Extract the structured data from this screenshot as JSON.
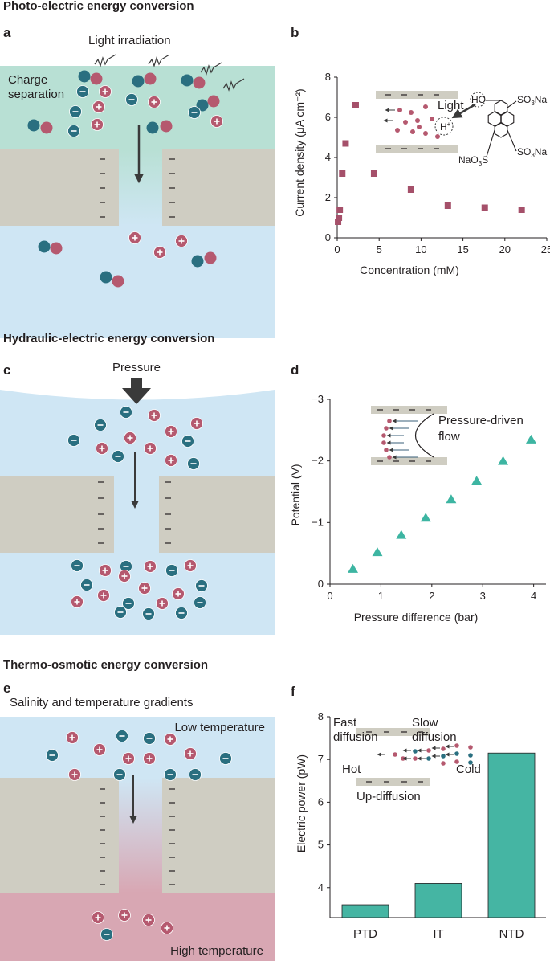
{
  "sections": {
    "photo": "Photo-electric energy conversion",
    "hydraulic": "Hydraulic-electric energy conversion",
    "thermo": "Thermo-osmotic energy conversion"
  },
  "panels": {
    "a": {
      "label": "a",
      "light": "Light irradiation",
      "charge1": "Charge",
      "charge2": "separation"
    },
    "b": {
      "label": "b",
      "inset_light": "Light",
      "hplus": "H",
      "hplus_sup": "+",
      "chem_ho": "HO",
      "chem_so3na_top": "SO",
      "chem_so3na_bot": "SO",
      "chem_nao3s": "NaO",
      "chem_na": "Na",
      "chem_sub3": "3",
      "chem_s": "S"
    },
    "c": {
      "label": "c",
      "pressure": "Pressure"
    },
    "d": {
      "label": "d",
      "inset1": "Pressure-driven",
      "inset2": "flow"
    },
    "e": {
      "label": "e",
      "gradients": "Salinity and temperature gradients",
      "low": "Low temperature",
      "high": "High temperature"
    },
    "f": {
      "label": "f",
      "fast1": "Fast",
      "fast2": "diffusion",
      "slow1": "Slow",
      "slow2": "diffusion",
      "hot": "Hot",
      "cold": "Cold",
      "updiff": "Up-diffusion"
    }
  },
  "colors": {
    "anion": "#2a6f80",
    "cation": "#b5596f",
    "teal_bg": "#b8e0d4",
    "blue_bg": "#cfe6f4",
    "membrane": "#cfcdc2",
    "hot_bg": "#d8a7b3",
    "marker_b": "#a5506a",
    "marker_d": "#3db5a2",
    "bar_f": "#45b5a3"
  },
  "chart_data": [
    {
      "type": "scatter",
      "panel": "b",
      "xlabel": "Concentration (mM)",
      "ylabel": "Current density (μA cm⁻²)",
      "xlim": [
        0,
        25
      ],
      "ylim": [
        0,
        8
      ],
      "xticks": [
        "0",
        "5",
        "10",
        "15",
        "20",
        "25"
      ],
      "yticks": [
        "0",
        "2",
        "4",
        "6",
        "8"
      ],
      "x": [
        0.1,
        0.2,
        0.3,
        0.6,
        1.0,
        2.2,
        4.4,
        8.8,
        13.2,
        17.6,
        22.0
      ],
      "y": [
        0.8,
        1.0,
        1.4,
        3.2,
        4.7,
        6.6,
        3.2,
        2.4,
        1.6,
        1.5,
        1.4
      ]
    },
    {
      "type": "scatter",
      "panel": "d",
      "xlabel": "Pressure difference (bar)",
      "ylabel": "Potential (V)",
      "xlim": [
        0,
        4.4
      ],
      "ylim": [
        0,
        -3
      ],
      "xticks": [
        "0",
        "1",
        "2",
        "3",
        "4"
      ],
      "yticks": [
        "0",
        "−1",
        "−2",
        "−3"
      ],
      "x": [
        0.45,
        0.93,
        1.4,
        1.88,
        2.38,
        2.88,
        3.4,
        3.95
      ],
      "y": [
        -0.25,
        -0.52,
        -0.8,
        -1.08,
        -1.38,
        -1.68,
        -2.0,
        -2.35
      ]
    },
    {
      "type": "bar",
      "panel": "f",
      "ylabel": "Electric power (pW)",
      "ylim": [
        3.3,
        8
      ],
      "yticks": [
        "4",
        "5",
        "6",
        "7",
        "8"
      ],
      "categories": [
        "PTD",
        "IT",
        "NTD"
      ],
      "values": [
        3.6,
        4.1,
        7.15
      ]
    }
  ]
}
